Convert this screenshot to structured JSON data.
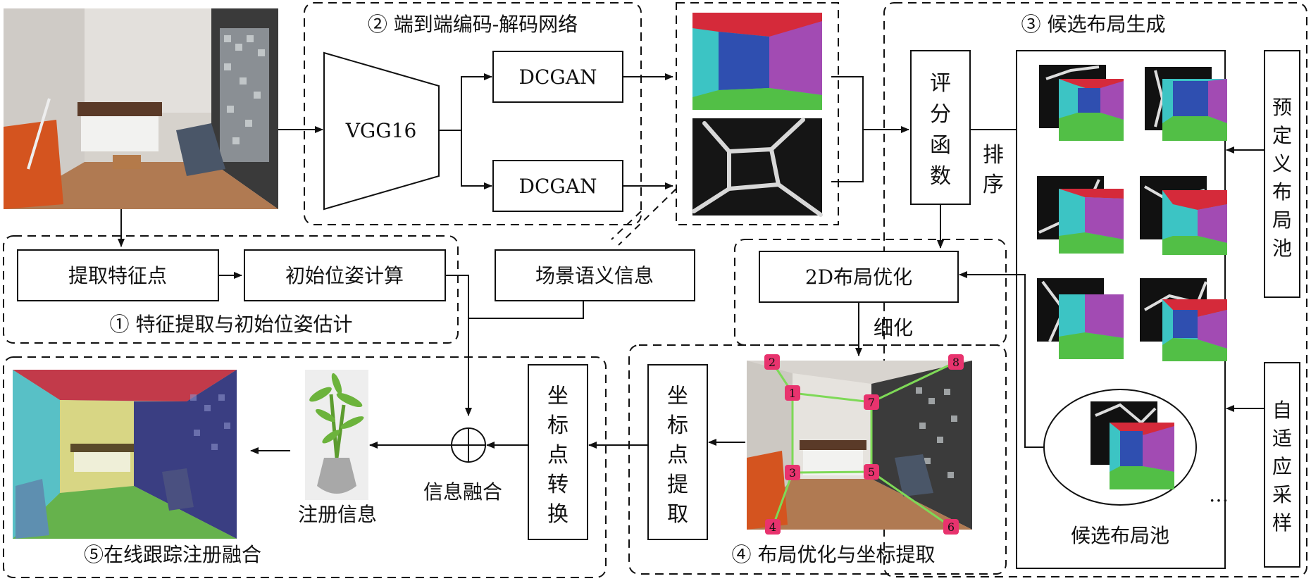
{
  "modules": {
    "m1_title": "① 特征提取与初始位姿估计",
    "m2_title": "② 端到端编码-解码网络",
    "m3_title": "③ 候选布局生成",
    "m4_title": "④ 布局优化与坐标提取",
    "m5_title": "⑤在线跟踪注册融合"
  },
  "blocks": {
    "vgg": "VGG16",
    "dcgan1": "DCGAN",
    "dcgan2": "DCGAN",
    "extract_features": "提取特征点",
    "initial_pose": "初始位姿计算",
    "scene_semantics": "场景语义信息",
    "score_function": [
      "评",
      "分",
      "函",
      "数"
    ],
    "layout_opt": "2D布局优化",
    "predefined_pool": [
      "预",
      "定",
      "义",
      "布",
      "局",
      "池"
    ],
    "adaptive_sampling": [
      "自",
      "适",
      "应",
      "采",
      "样"
    ],
    "coord_extract": [
      "坐",
      "标",
      "点",
      "提",
      "取"
    ],
    "coord_transform": [
      "坐",
      "标",
      "点",
      "转",
      "换"
    ]
  },
  "labels": {
    "sort": [
      "排",
      "序"
    ],
    "refine": "细化",
    "candidate_pool": "候选布局池",
    "ellipsis": "…",
    "info_fusion": "信息融合",
    "registration_info": "注册信息"
  },
  "keypoints": [
    "1",
    "2",
    "3",
    "4",
    "5",
    "6",
    "7",
    "8"
  ],
  "colors": {
    "wall_cyan": "#3cc4c4",
    "wall_blue": "#2f4fb0",
    "wall_purple": "#a24bb3",
    "ceiling_red": "#d52a3a",
    "floor_green": "#52bf46",
    "keypoint_pink": "#e8336e",
    "layout_line": "#7ed957"
  }
}
